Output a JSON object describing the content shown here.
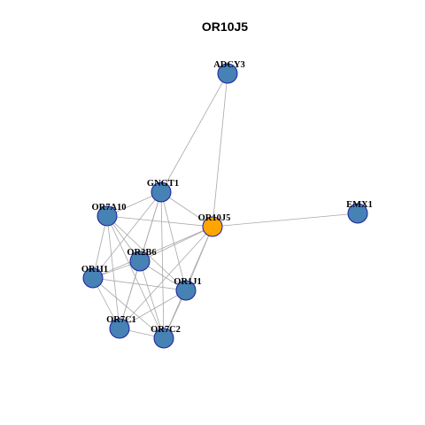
{
  "title": "OR10J5",
  "colors": {
    "default_node_fill": "#4682b4",
    "highlight_node_fill": "#ffa500",
    "node_stroke": "#1e1ea0",
    "edge": "#a8a8a8",
    "background": "#ffffff"
  },
  "nodes": [
    {
      "id": "ADCY3",
      "label": "ADCY3",
      "highlight": false
    },
    {
      "id": "GNGT1",
      "label": "GNGT1",
      "highlight": false
    },
    {
      "id": "OR7A10",
      "label": "OR7A10",
      "highlight": false
    },
    {
      "id": "OR10J5",
      "label": "OR10J5",
      "highlight": true
    },
    {
      "id": "EMX1",
      "label": "EMX1",
      "highlight": false
    },
    {
      "id": "OR2B6",
      "label": "OR2B6",
      "highlight": false
    },
    {
      "id": "OR1I1",
      "label": "OR1I1",
      "highlight": false
    },
    {
      "id": "OR1J1",
      "label": "OR1J1",
      "highlight": false
    },
    {
      "id": "OR7C1",
      "label": "OR7C1",
      "highlight": false
    },
    {
      "id": "OR7C2",
      "label": "OR7C2",
      "highlight": false
    }
  ],
  "edges": [
    [
      "ADCY3",
      "GNGT1"
    ],
    [
      "ADCY3",
      "OR10J5"
    ],
    [
      "OR10J5",
      "EMX1"
    ],
    [
      "GNGT1",
      "OR10J5"
    ],
    [
      "GNGT1",
      "OR7A10"
    ],
    [
      "GNGT1",
      "OR2B6"
    ],
    [
      "GNGT1",
      "OR1I1"
    ],
    [
      "GNGT1",
      "OR1J1"
    ],
    [
      "GNGT1",
      "OR7C1"
    ],
    [
      "GNGT1",
      "OR7C2"
    ],
    [
      "OR7A10",
      "OR10J5"
    ],
    [
      "OR7A10",
      "OR2B6"
    ],
    [
      "OR7A10",
      "OR1I1"
    ],
    [
      "OR7A10",
      "OR1J1"
    ],
    [
      "OR7A10",
      "OR7C1"
    ],
    [
      "OR7A10",
      "OR7C2"
    ],
    [
      "OR10J5",
      "OR2B6"
    ],
    [
      "OR10J5",
      "OR1I1"
    ],
    [
      "OR10J5",
      "OR1J1"
    ],
    [
      "OR10J5",
      "OR7C1"
    ],
    [
      "OR10J5",
      "OR7C2"
    ],
    [
      "OR2B6",
      "OR1I1"
    ],
    [
      "OR2B6",
      "OR1J1"
    ],
    [
      "OR2B6",
      "OR7C1"
    ],
    [
      "OR2B6",
      "OR7C2"
    ],
    [
      "OR1I1",
      "OR1J1"
    ],
    [
      "OR1I1",
      "OR7C1"
    ],
    [
      "OR1I1",
      "OR7C2"
    ],
    [
      "OR1J1",
      "OR7C1"
    ],
    [
      "OR1J1",
      "OR7C2"
    ],
    [
      "OR7C1",
      "OR7C2"
    ]
  ]
}
